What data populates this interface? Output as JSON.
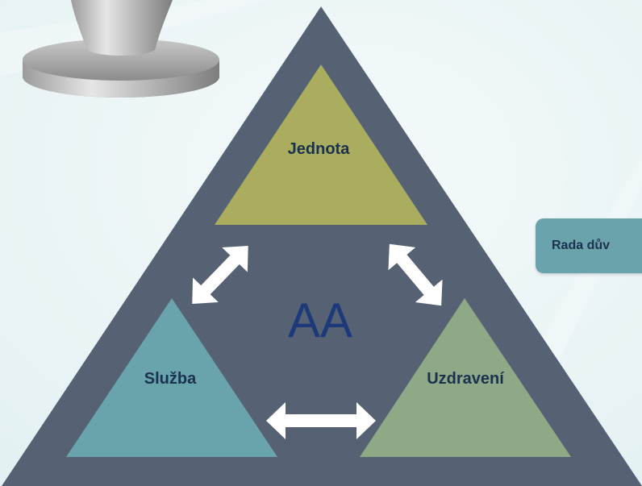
{
  "diagram": {
    "center_label": "AA",
    "triangles": {
      "top": "Jednota",
      "left": "Služba",
      "right": "Uzdravení"
    },
    "side_box": "Rada dův"
  },
  "colors": {
    "background": "#e4f1f3",
    "big_triangle": "#566174",
    "top_triangle": "#a9ad5d",
    "left_triangle": "#69a3ac",
    "right_triangle": "#8fa987",
    "side_box": "#6aa3ab",
    "label_text": "#1b3150",
    "center_text": "#1c3a7a"
  }
}
